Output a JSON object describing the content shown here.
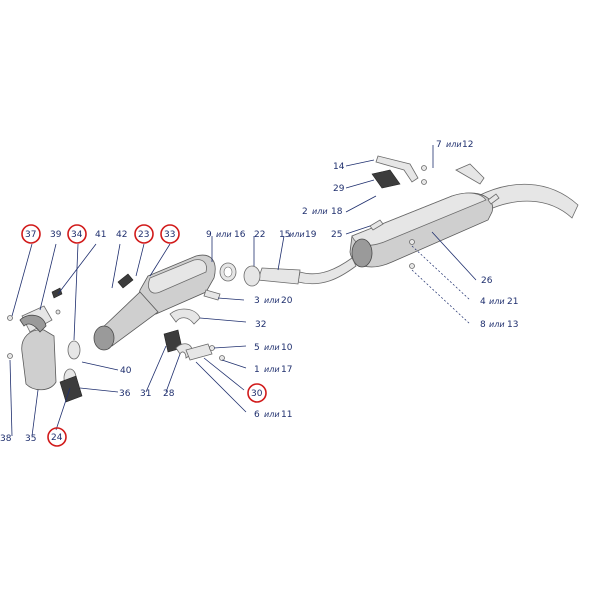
{
  "callouts": {
    "c1": "1",
    "c3": "3",
    "c4": "4",
    "c5": "5",
    "c6": "6",
    "c7": "7",
    "c8": "8",
    "c9": "9",
    "c10": "10",
    "c11": "11",
    "c12": "12",
    "c13": "13",
    "c14": "14",
    "c15": "15",
    "c16": "16",
    "c17": "17",
    "c18": "18",
    "c19": "19",
    "c20": "20",
    "c21": "21",
    "c22": "22",
    "c23": "23",
    "c24": "24",
    "c25": "25",
    "c26": "26",
    "c28": "28",
    "c29": "29",
    "c30": "30",
    "c31": "31",
    "c32": "32",
    "c33": "33",
    "c34": "34",
    "c35": "35",
    "c36": "36",
    "c37": "37",
    "c38": "38",
    "c39": "39",
    "c40": "40",
    "c41": "41",
    "c42": "42"
  },
  "words": {
    "ili": "или"
  },
  "colors": {
    "label": "#1f2f6e",
    "highlight_circle": "#d11a1a",
    "part_fill": "#cfcfcf"
  }
}
